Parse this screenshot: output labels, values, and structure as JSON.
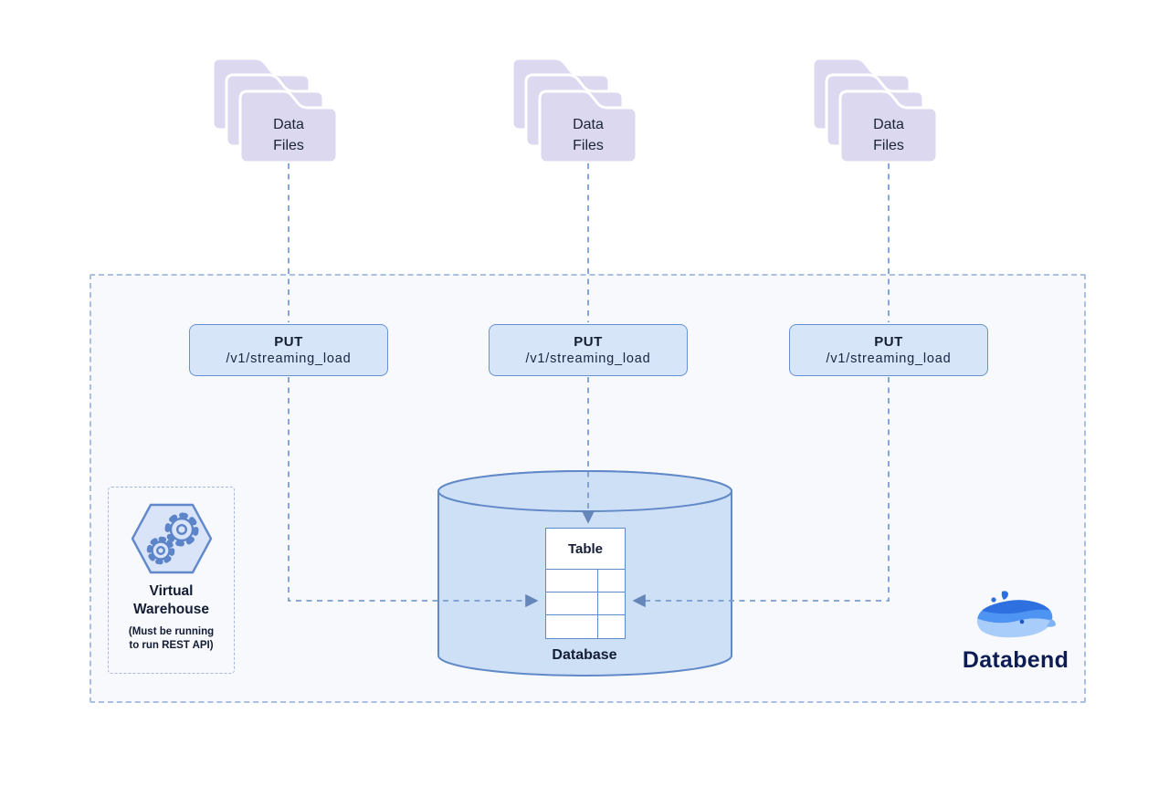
{
  "diagram": {
    "folders": [
      {
        "label": "Data Files"
      },
      {
        "label": "Data Files"
      },
      {
        "label": "Data Files"
      }
    ],
    "api_boxes": [
      {
        "method": "PUT",
        "path": "/v1/streaming_load"
      },
      {
        "method": "PUT",
        "path": "/v1/streaming_load"
      },
      {
        "method": "PUT",
        "path": "/v1/streaming_load"
      }
    ],
    "warehouse": {
      "title_line1": "Virtual",
      "title_line2": "Warehouse",
      "note_line1": "(Must be running",
      "note_line2": "to run REST API)"
    },
    "database": {
      "table_label": "Table",
      "database_label": "Database"
    },
    "brand": {
      "name": "Databend"
    },
    "icons": {
      "folder": "folder-stack-icon",
      "warehouse": "gears-hexagon-icon",
      "database": "database-cylinder-icon",
      "brand": "databend-whale-icon"
    },
    "colors": {
      "panel_bg": "#f7f9fc",
      "panel_border": "#a9c0e3",
      "node_fill": "#d7e5f8",
      "node_border": "#6691d4",
      "cylinder_fill": "#cee0f6",
      "cylinder_border": "#6189c7",
      "folder_fill": "#dbd8f0",
      "connector": "#7b9cd1",
      "arrow": "#6586b8",
      "text": "#141c33",
      "brand_text": "#0d1c52"
    }
  }
}
